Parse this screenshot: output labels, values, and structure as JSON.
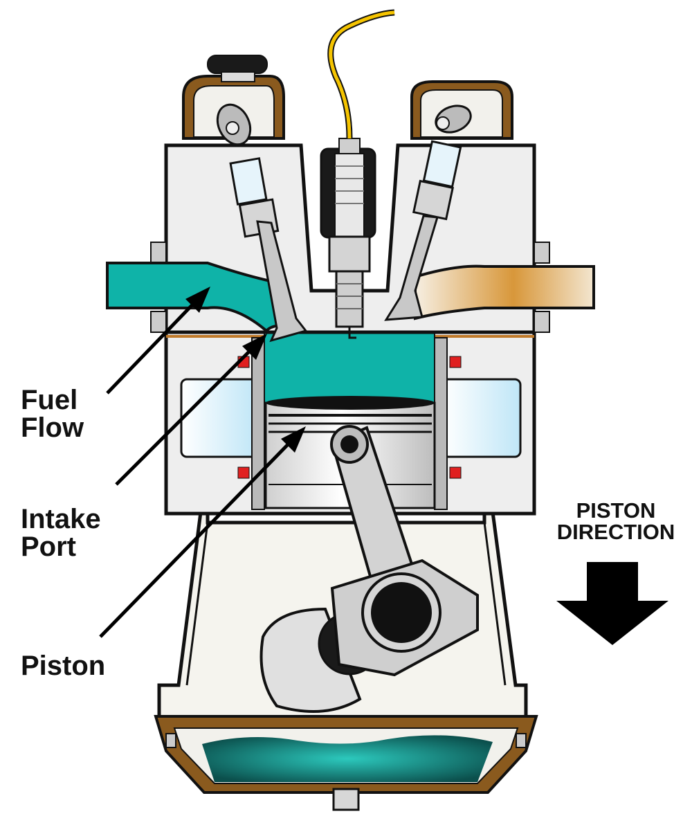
{
  "labels": {
    "fuel_flow": [
      "Fuel",
      "Flow"
    ],
    "intake_port": [
      "Intake",
      "Port"
    ],
    "piston": "Piston",
    "piston_direction": [
      "PISTON",
      "DIRECTION"
    ]
  },
  "colors": {
    "fuel_mixture": "#0fb3a8",
    "coolant_oil": "#1a8f88",
    "casing": "#f2f1ec",
    "head_fill": "#eeeeee",
    "gasket": "#8a5a1e",
    "exhaust": "#d08a1e",
    "spark_wire": "#f5c400",
    "arrow": "#000000"
  },
  "icons": [
    "spark-plug-icon",
    "intake-valve-icon",
    "exhaust-valve-icon",
    "piston-icon",
    "connecting-rod-icon",
    "crankshaft-icon",
    "down-arrow-icon"
  ]
}
